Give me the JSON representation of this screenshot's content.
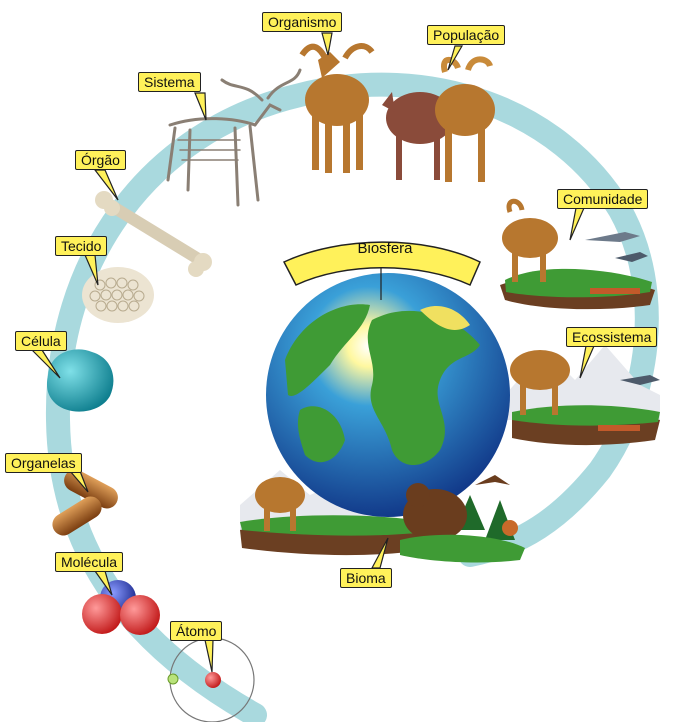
{
  "labels": {
    "organismo": "Organismo",
    "populacao": "População",
    "sistema": "Sistema",
    "orgao": "Órgão",
    "tecido": "Tecido",
    "celula": "Célula",
    "organelas": "Organelas",
    "molecula": "Molécula",
    "atomo": "Átomo",
    "comunidade": "Comunidade",
    "ecossistema": "Ecossistema",
    "bioma": "Bioma",
    "biosfera": "Biosfera"
  },
  "colors": {
    "ring": "#a9d9de",
    "label_fill": "#fff15a",
    "moose": "#b7772f",
    "ocean": "#2a7bc4",
    "land": "#3f9b35"
  }
}
